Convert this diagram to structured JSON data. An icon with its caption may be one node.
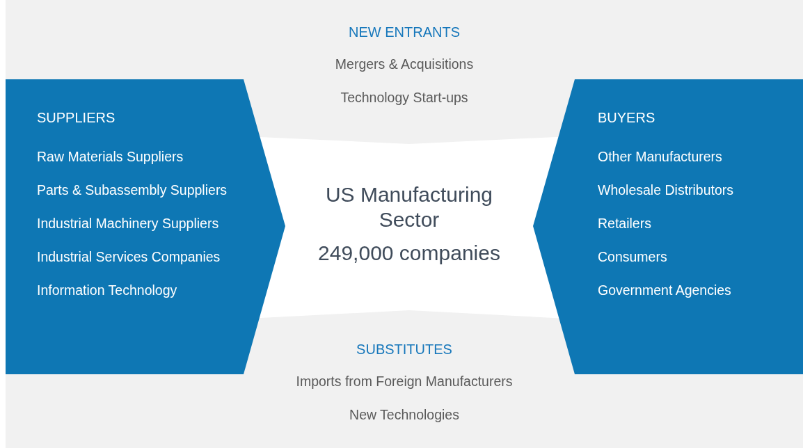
{
  "diagram": {
    "nodes": [
      {
        "text": [
          "NEW ENTRANTS",
          "Mergers & Acquisitions",
          "Technology Start-ups"
        ]
      },
      {
        "text": [
          "SUPPLIERS",
          "Raw Materials Suppliers",
          "Parts & Subassembly Suppliers",
          "Industrial Machinery Suppliers",
          "Industrial Services Companies",
          "Information Technology"
        ]
      },
      {
        "text": [
          "US Manufacturing Sector",
          "249,000 companies"
        ]
      },
      {
        "text": [
          "BUYERS",
          "Other Manufacturers",
          "Wholesale Distributors",
          "Retailers",
          "Consumers",
          "Government Agencies"
        ]
      },
      {
        "text": [
          "SUBSTITUTES",
          "Imports from Foreign Manufacturers",
          "New Technologies"
        ]
      }
    ]
  }
}
